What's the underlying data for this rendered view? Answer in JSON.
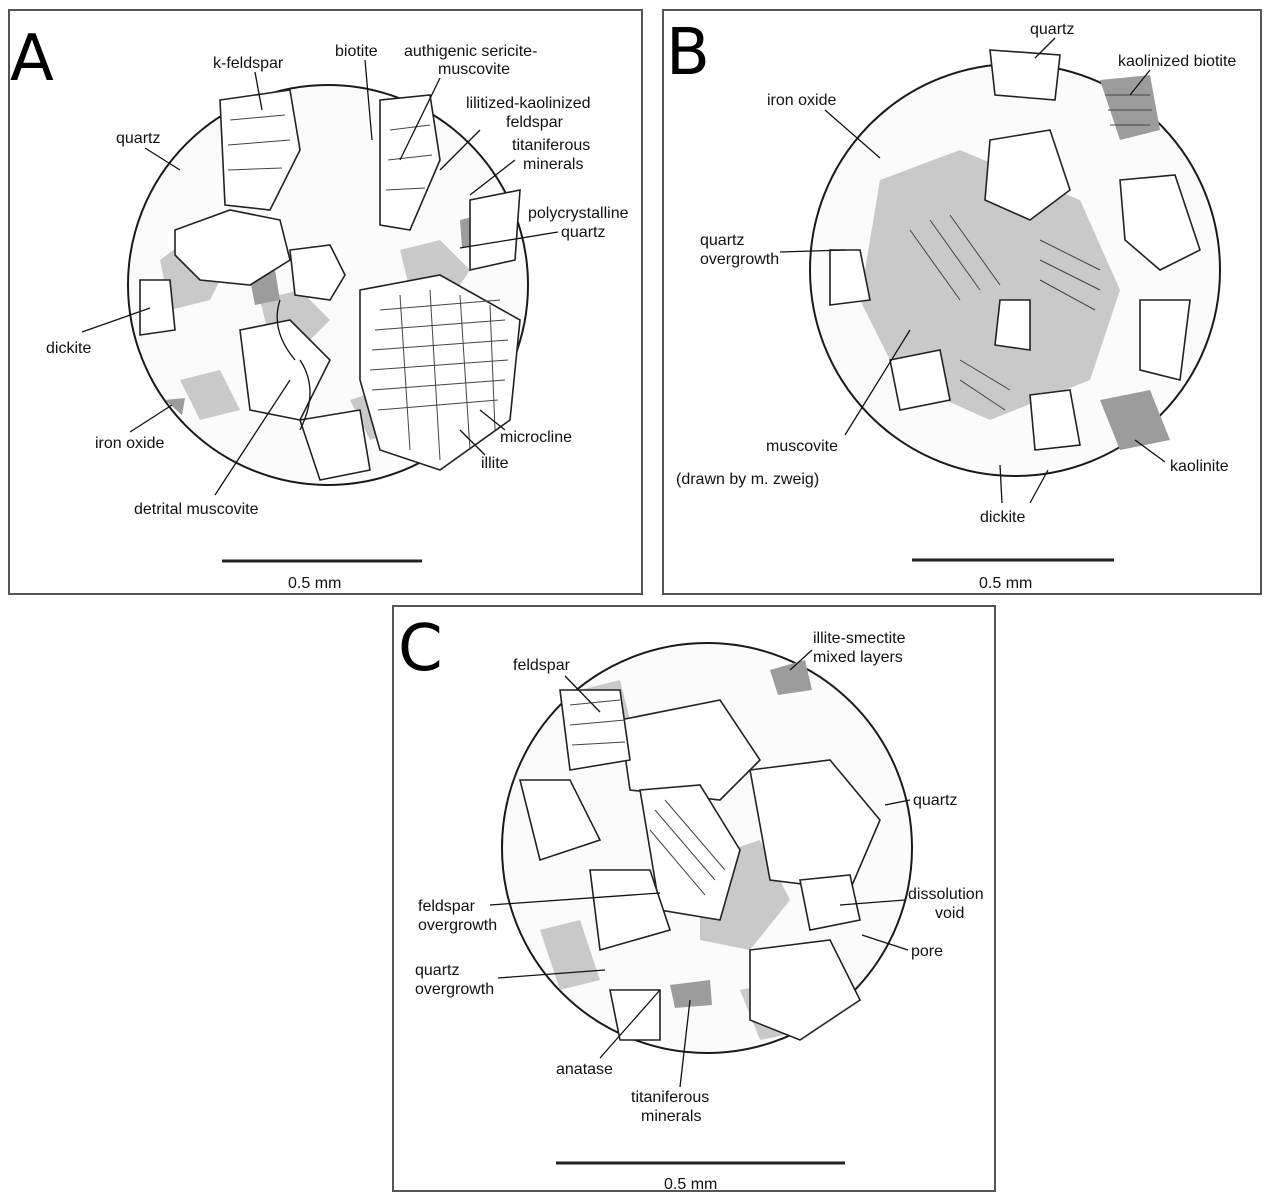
{
  "panels": [
    {
      "letter": "A",
      "scale": "0.5 mm",
      "labels": {
        "k_feldspar": "k-feldspar",
        "biotite": "biotite",
        "authigenic_1": "authigenic sericite-",
        "authigenic_2": "muscovite",
        "illitized_1": "lilitized-kaolinized",
        "illitized_2": "feldspar",
        "titaniferous_1": "titaniferous",
        "titaniferous_2": "minerals",
        "quartz": "quartz",
        "polycrystalline_1": "polycrystalline",
        "polycrystalline_2": "quartz",
        "dickite": "dickite",
        "iron_oxide": "iron oxide",
        "microcline": "microcline",
        "illite": "illite",
        "detrital_muscovite": "detrital muscovite"
      }
    },
    {
      "letter": "B",
      "scale": "0.5 mm",
      "labels": {
        "quartz": "quartz",
        "kaolinized_biotite": "kaolinized biotite",
        "iron_oxide": "iron oxide",
        "quartz_overgrowth_1": "quartz",
        "quartz_overgrowth_2": "overgrowth",
        "muscovite": "muscovite",
        "credit": "(drawn by m. zweig)",
        "dickite": "dickite",
        "kaolinite": "kaolinite"
      }
    },
    {
      "letter": "C",
      "scale": "0.5 mm",
      "labels": {
        "feldspar": "feldspar",
        "illite_smectite_1": "illite-smectite",
        "illite_smectite_2": "mixed layers",
        "quartz": "quartz",
        "dissolution_1": "dissolution",
        "dissolution_2": "void",
        "feldspar_overgrowth_1": "feldspar",
        "feldspar_overgrowth_2": "overgrowth",
        "pore": "pore",
        "quartz_overgrowth_1": "quartz",
        "quartz_overgrowth_2": "overgrowth",
        "anatase": "anatase",
        "titaniferous_1": "titaniferous",
        "titaniferous_2": "minerals"
      }
    }
  ]
}
